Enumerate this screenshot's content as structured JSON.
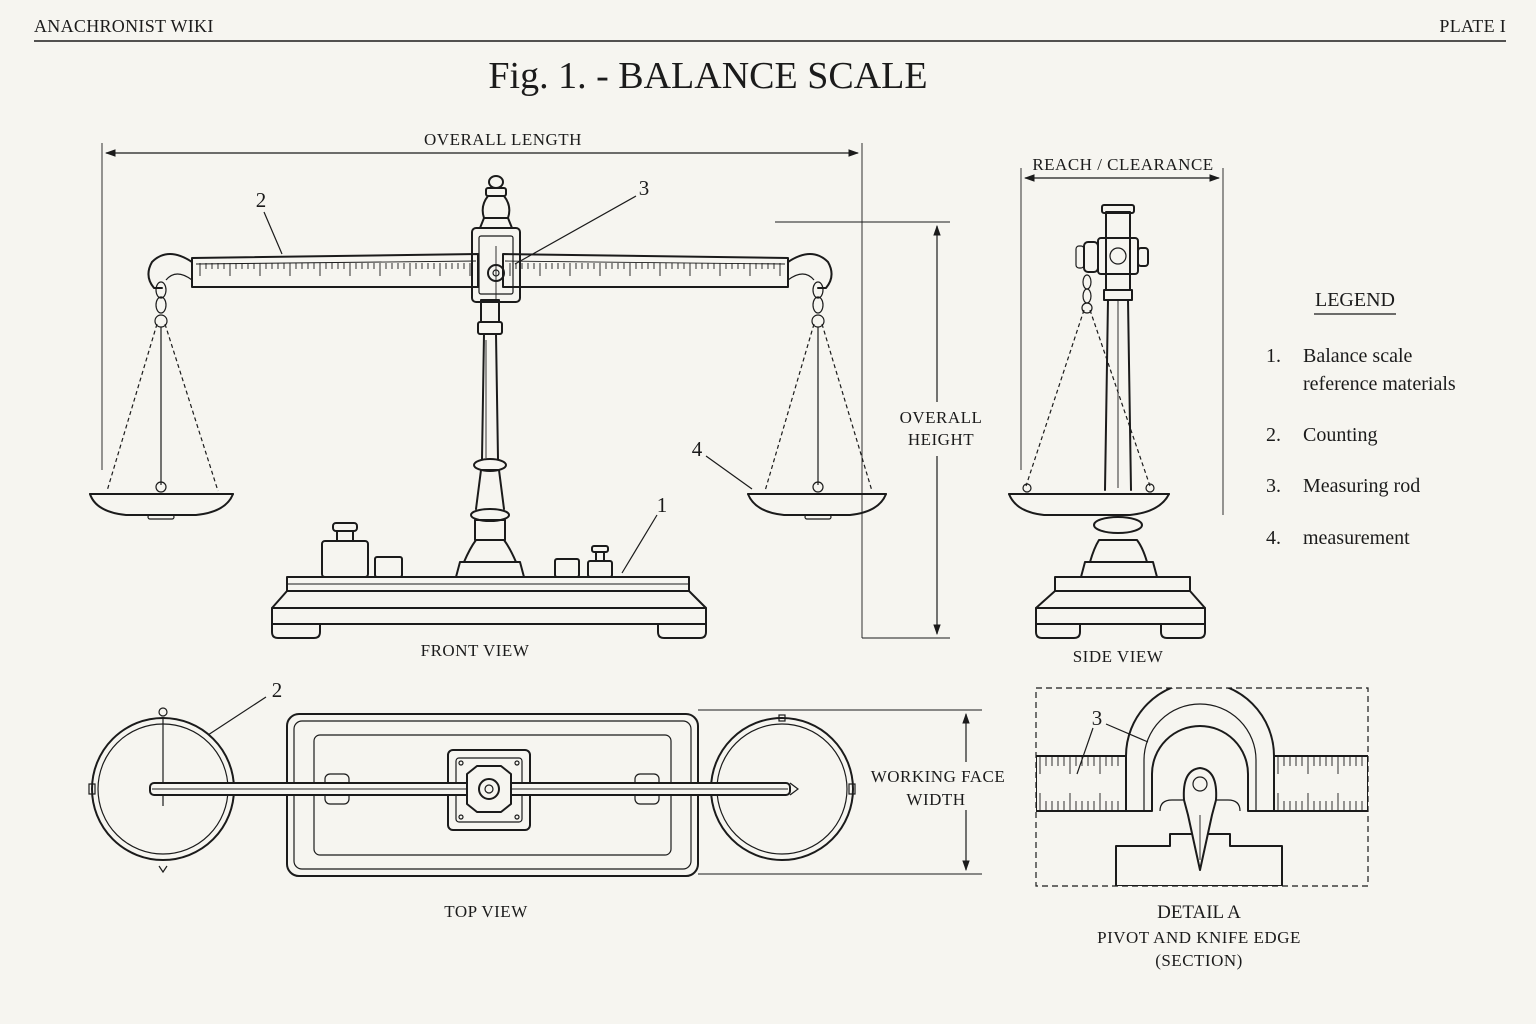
{
  "header": {
    "site_name": "ANACHRONIST WIKI",
    "plate_label": "PLATE I"
  },
  "figure_title": "Fig. 1. - BALANCE SCALE",
  "dimensions": {
    "overall_length": "OVERALL  LENGTH",
    "reach_clearance": "REACH / CLEARANCE",
    "overall_height_1": "OVERALL",
    "overall_height_2": "HEIGHT",
    "working_face_1": "WORKING FACE",
    "working_face_2": "WIDTH"
  },
  "view_labels": {
    "front": "FRONT VIEW",
    "side": "SIDE VIEW",
    "top": "TOP VIEW",
    "detail_1": "DETAIL  A",
    "detail_2": "PIVOT AND KNIFE EDGE",
    "detail_3": "(SECTION)"
  },
  "callouts": {
    "front_beam": "2",
    "front_pivot": "3",
    "front_pan": "4",
    "front_base": "1",
    "top_pan": "2",
    "detail_pivot": "3"
  },
  "legend": {
    "title": "LEGEND",
    "items": [
      {
        "number": "1.",
        "line1": "Balance scale",
        "line2": "reference materials"
      },
      {
        "number": "2.",
        "line1": "Counting",
        "line2": ""
      },
      {
        "number": "3.",
        "line1": "Measuring rod",
        "line2": ""
      },
      {
        "number": "4.",
        "line1": "measurement",
        "line2": ""
      }
    ]
  },
  "colors": {
    "ink": "#1b1b1b",
    "paper": "#f6f5f0"
  }
}
